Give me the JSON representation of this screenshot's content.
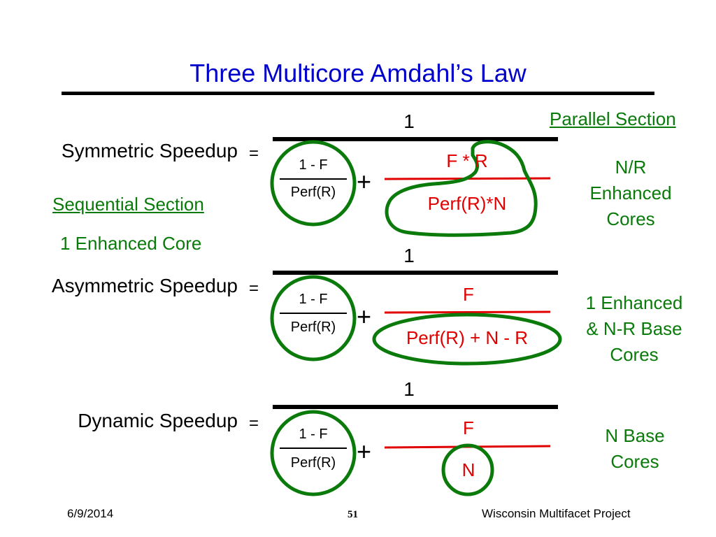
{
  "title": "Three Multicore Amdahl’s Law",
  "annotations": {
    "parallel_section": "Parallel Section",
    "sequential_section": "Sequential Section",
    "one_enhanced_core": "1 Enhanced Core"
  },
  "equations": [
    {
      "label": "Symmetric Speedup",
      "equals": "=",
      "numerator": "1",
      "seq_top": "1 - F",
      "seq_bottom": "Perf(R)",
      "plus": "+",
      "par_top": "F * R",
      "par_bottom": "Perf(R)*N",
      "note_lines": [
        "N/R",
        "Enhanced",
        "Cores"
      ]
    },
    {
      "label": "Asymmetric Speedup",
      "equals": "=",
      "numerator": "1",
      "seq_top": "1 - F",
      "seq_bottom": "Perf(R)",
      "plus": "+",
      "par_top": "F",
      "par_bottom": "Perf(R) + N - R",
      "note_lines": [
        "1 Enhanced",
        "& N-R Base",
        "Cores"
      ]
    },
    {
      "label": "Dynamic Speedup",
      "equals": "=",
      "numerator": "1",
      "seq_top": "1 - F",
      "seq_bottom": "Perf(R)",
      "plus": "+",
      "par_top": "F",
      "par_bottom": "N",
      "note_lines": [
        "N Base",
        "Cores"
      ]
    }
  ],
  "footer": {
    "date": "6/9/2014",
    "page": "51",
    "org": "Wisconsin Multifacet Project"
  },
  "colors": {
    "title": "#0000cc",
    "green": "#0a7a0a",
    "red": "#e00000"
  }
}
